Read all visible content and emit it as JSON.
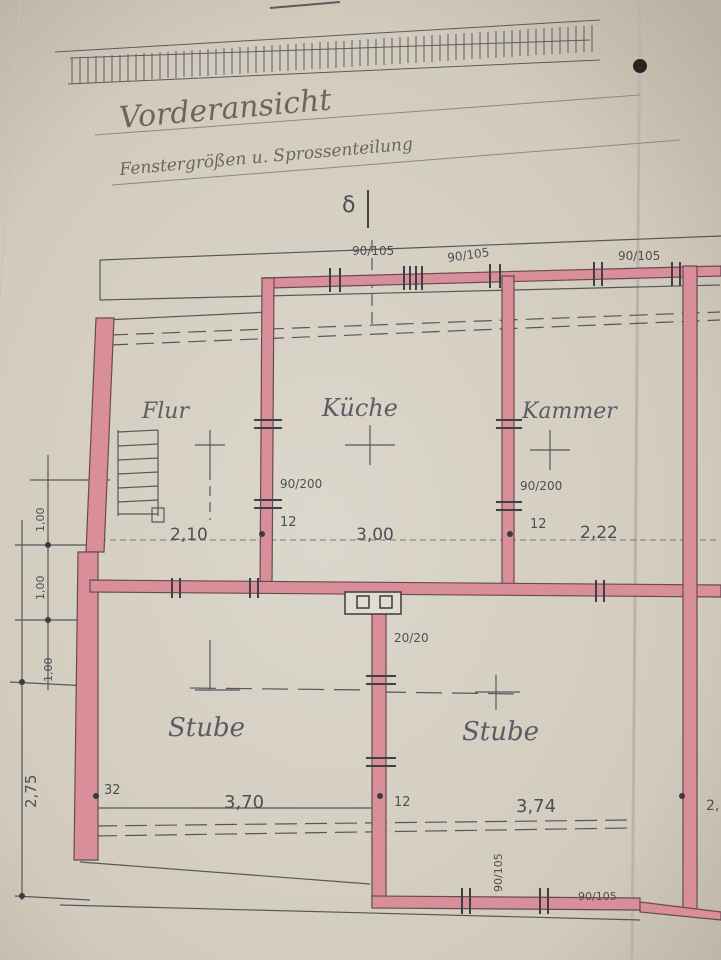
{
  "header": {
    "title": "Vorderansicht",
    "subtitle": "Fenstergrößen u. Sprossenteilung",
    "symbol": "δ"
  },
  "rooms": {
    "flur": "Flur",
    "kueche": "Küche",
    "kammer": "Kammer",
    "stube_left": "Stube",
    "stube_right": "Stube"
  },
  "dims": {
    "win_top_1": "90/105",
    "win_top_2": "90/105",
    "win_top_3": "90/105",
    "door_left": "90/200",
    "door_right": "90/200",
    "door_mid": "20/20",
    "win_bottom_1": "90/105",
    "win_bottom_2": "90/105",
    "flur_w": "2,10",
    "kueche_w": "3,00",
    "kammer_w": "2,22",
    "stube_left_w": "3,70",
    "stube_right_w": "3,74",
    "wall_12a": "12",
    "wall_12b": "12",
    "wall_12c": "12",
    "wall_32": "32",
    "left_total": "2,75",
    "left_seg1": "1,00",
    "left_seg2": "1,00",
    "left_seg3": "1,00",
    "right_edge": "2,"
  },
  "colors": {
    "paper": "#d9d3c6",
    "wall": "#d98f9a",
    "pencil": "#4e5058"
  }
}
